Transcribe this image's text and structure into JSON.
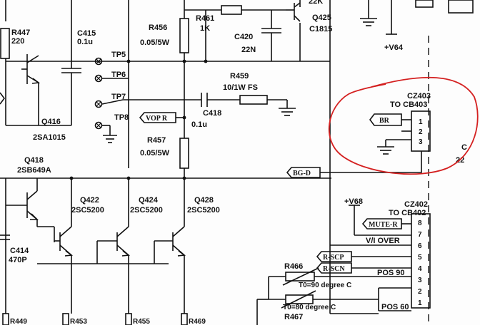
{
  "components": {
    "r447": {
      "ref": "R447",
      "value": "220"
    },
    "c415": {
      "ref": "C415",
      "value": "0.1u"
    },
    "r456": {
      "ref": "R456",
      "value": "0.05/5W"
    },
    "r461": {
      "ref": "R461",
      "value": "1K"
    },
    "c420": {
      "ref": "C420",
      "value": "22N"
    },
    "q425": {
      "ref": "Q425",
      "value": "C1815"
    },
    "r22k": {
      "value": "22K"
    },
    "r459": {
      "ref": "R459",
      "value": "10/1W FS"
    },
    "c418": {
      "ref": "C418",
      "value": "0.1u"
    },
    "r457": {
      "ref": "R457",
      "value": "0.05/5W"
    },
    "q416": {
      "ref": "Q416",
      "value": "2SA1015"
    },
    "q418": {
      "ref": "Q418",
      "value": "2SB649A"
    },
    "q422": {
      "ref": "Q422",
      "value": "2SC5200"
    },
    "q424": {
      "ref": "Q424",
      "value": "2SC5200"
    },
    "q428": {
      "ref": "Q428",
      "value": "2SC5200"
    },
    "c414": {
      "ref": "C414",
      "value": "470P"
    },
    "r449": {
      "ref": "R449"
    },
    "r453": {
      "ref": "R453"
    },
    "r455": {
      "ref": "R455"
    },
    "r469": {
      "ref": "R469"
    },
    "r466": {
      "ref": "R466",
      "note": "T0=90 degree C"
    },
    "r467": {
      "ref": "R467",
      "note": "T0=80 degree C"
    }
  },
  "test_points": [
    "TP5",
    "TP6",
    "TP7",
    "TP8"
  ],
  "rails": {
    "v64": "+V64",
    "v68": "+V68"
  },
  "net_tags": {
    "vopr": "VOP R",
    "br": "BR",
    "bgd": "BG-D",
    "mute": "MUTE-R",
    "rscp": "R-SCP",
    "rscn": "R-SCN"
  },
  "signals": {
    "vi_over": "V/I OVER",
    "pos90": "POS 90",
    "pos60": "POS 60",
    "c22_top": "C",
    "c22_bot": "22"
  },
  "connectors": {
    "cz403": {
      "ref": "CZ403",
      "to": "TO CB403",
      "pins": [
        "1",
        "2",
        "3"
      ]
    },
    "cz402": {
      "ref": "CZ402",
      "to": "TO CB402",
      "pins": [
        "8",
        "7",
        "6",
        "5",
        "4",
        "3",
        "2",
        "1"
      ]
    }
  },
  "colors": {
    "ink": "#111111",
    "annotation": "#d42020",
    "paper": "#fdfdfd"
  }
}
